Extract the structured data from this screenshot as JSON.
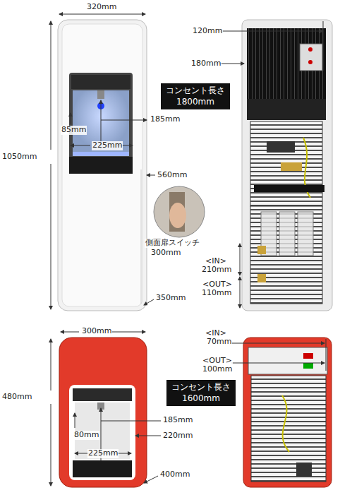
{
  "diagram": {
    "nodes": [
      {
        "text": [
          "コンセント長さ",
          "1800mm"
        ]
      },
      {
        "text": [
          "コンセント長さ",
          "1600mm"
        ]
      }
    ],
    "labels": [
      "320mm",
      "120mm",
      "180mm",
      "185mm",
      "85mm",
      "225mm",
      "1050mm",
      "560mm",
      "側面扉スイッチ",
      "300mm",
      "<IN>",
      "210mm",
      "<OUT>",
      "110mm",
      "350mm",
      "300mm",
      "480mm",
      "185mm",
      "80mm",
      "225mm",
      "220mm",
      "400mm",
      "<IN>",
      "70mm",
      "<OUT>",
      "100mm"
    ]
  }
}
